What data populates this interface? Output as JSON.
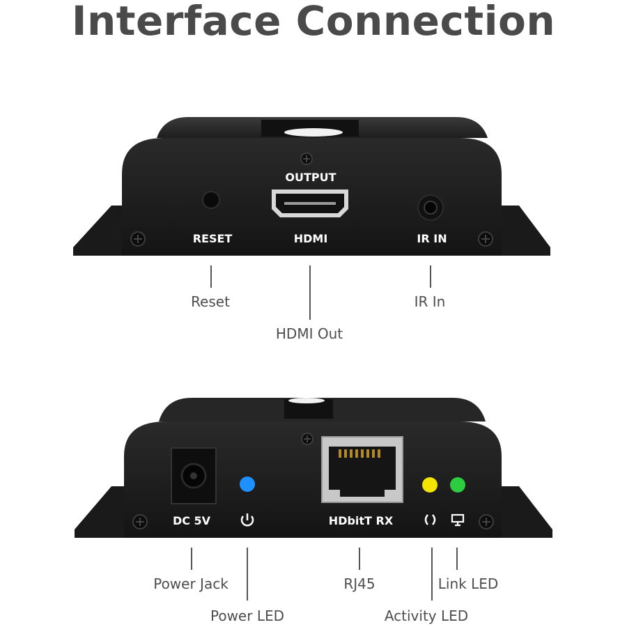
{
  "title": "Interface Connection",
  "top_panel": {
    "printed_labels": {
      "output": "OUTPUT",
      "reset": "RESET",
      "hdmi": "HDMI",
      "ir_in": "IR IN"
    },
    "callouts": {
      "reset": "Reset",
      "ir_in": "IR In",
      "hdmi_out": "HDMI Out"
    }
  },
  "bottom_panel": {
    "printed_labels": {
      "dc": "DC 5V",
      "hdbit": "HDbitT RX"
    },
    "callouts": {
      "power_jack": "Power Jack",
      "power_led": "Power LED",
      "rj45": "RJ45",
      "activity_led": "Activity LED",
      "link_led": "Link LED"
    },
    "led_colors": {
      "power": "#1e90ff",
      "activity": "#f2e600",
      "link": "#2ecc40"
    }
  }
}
